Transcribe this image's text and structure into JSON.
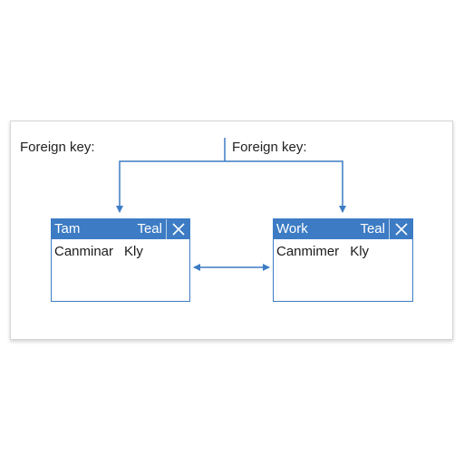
{
  "labels": {
    "left": "Foreign key:",
    "right": "Foreign key:"
  },
  "tables": [
    {
      "title": "Tam",
      "title_tag": "Teal",
      "row": {
        "col1": "Canminar",
        "col2": "Kly"
      }
    },
    {
      "title": "Work",
      "title_tag": "Teal",
      "row": {
        "col1": "Canmimer",
        "col2": "Kly"
      }
    }
  ],
  "colors": {
    "accent": "#3d7cc4",
    "text": "#222222",
    "background": "#ffffff"
  },
  "icons": {
    "close": "close-icon",
    "arrow": "arrow-icon"
  }
}
